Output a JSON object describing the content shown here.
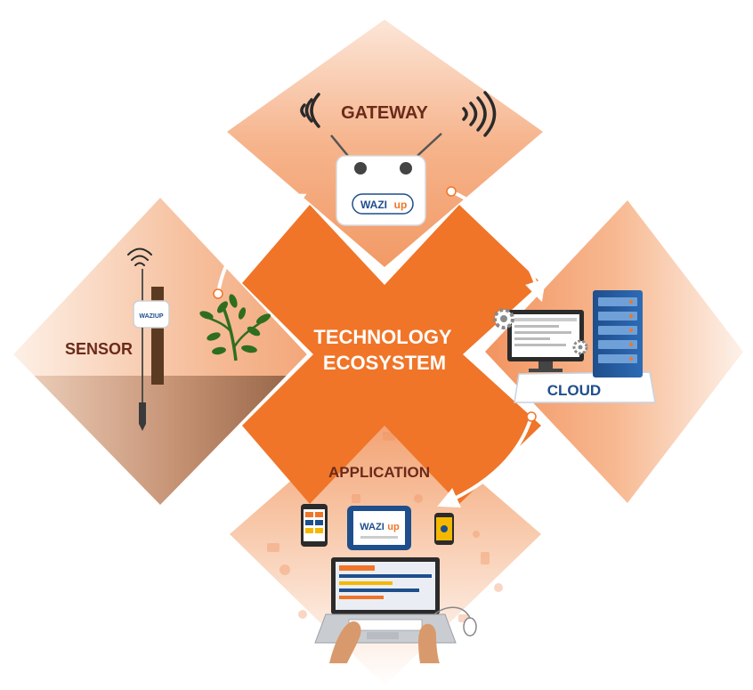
{
  "center": {
    "line1": "TECHNOLOGY",
    "line2": "ECOSYSTEM"
  },
  "nodes": {
    "gateway": {
      "label": "GATEWAY",
      "brand": "WAZI",
      "brand_suffix": "up"
    },
    "cloud": {
      "label": "CLOUD"
    },
    "sensor": {
      "label": "SENSOR",
      "brand": "WAZIUP"
    },
    "application": {
      "label": "APPLICATION",
      "brand": "WAZI",
      "brand_suffix": "up"
    }
  },
  "colors": {
    "accent_orange": "#f07528",
    "label_brown": "#6b2a1a",
    "cloud_blue": "#1f4e8c",
    "soil_brown": "#8b5a3c"
  }
}
